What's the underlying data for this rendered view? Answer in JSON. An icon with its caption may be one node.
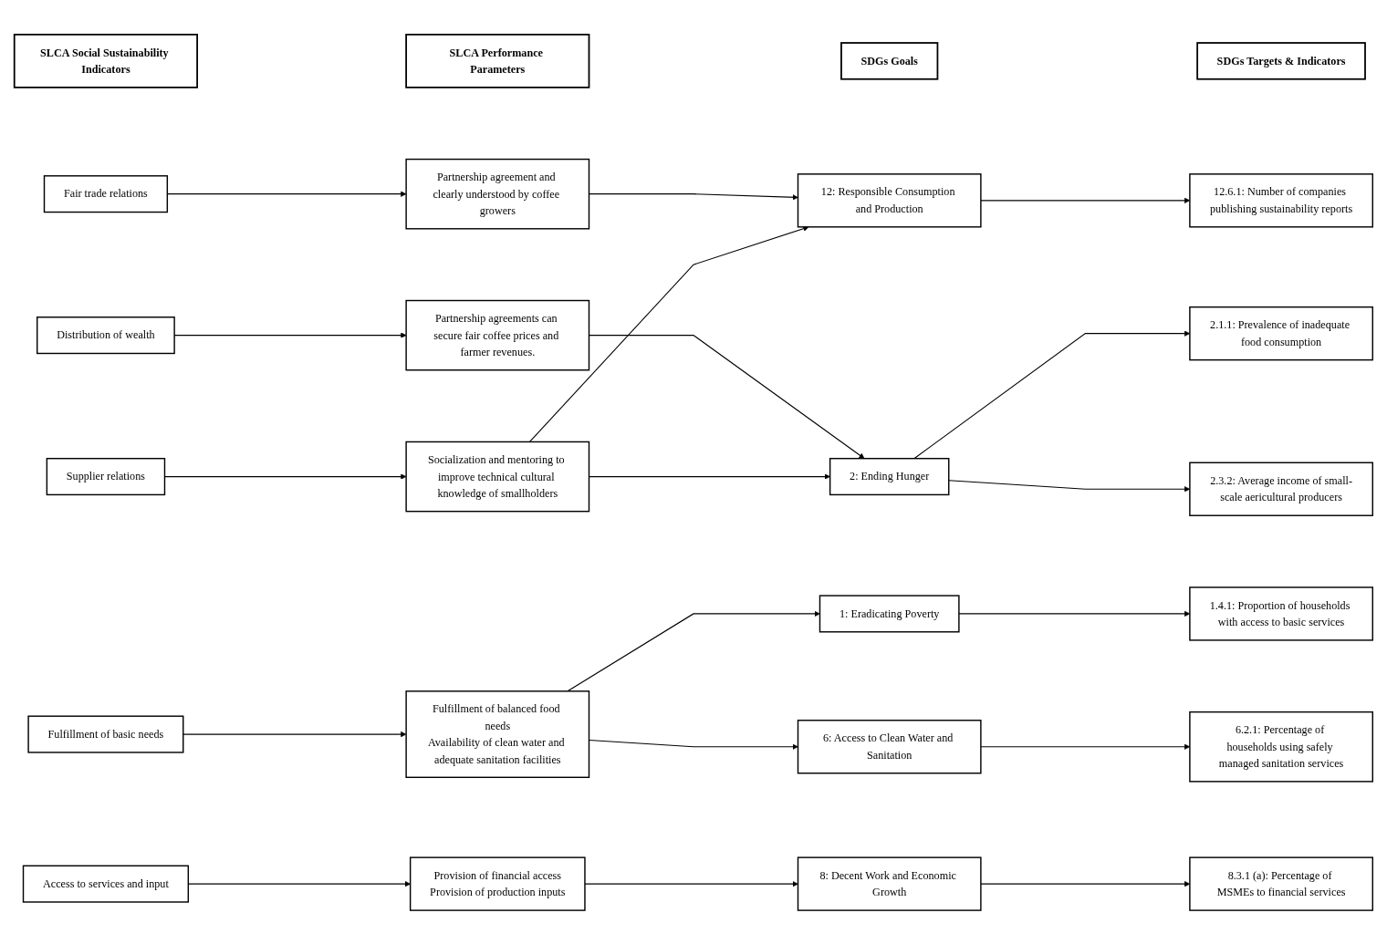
{
  "diagram": {
    "nodes": [
      {
        "text": [
          "SLCA Social Sustainability Indicators"
        ]
      },
      {
        "text": [
          "SLCA Performance Parameters"
        ]
      },
      {
        "text": [
          "SDGs Goals"
        ]
      },
      {
        "text": [
          "SDGs Targets & Indicators"
        ]
      },
      {
        "text": [
          "Fair trade relations"
        ]
      },
      {
        "text": [
          "Distribution of wealth"
        ]
      },
      {
        "text": [
          "Supplier relations"
        ]
      },
      {
        "text": [
          "Fulfillment of basic needs"
        ]
      },
      {
        "text": [
          "Access to services and input"
        ]
      },
      {
        "text": [
          "Partnership agreement and clearly understood by coffee growers"
        ]
      },
      {
        "text": [
          "Partnership agreements can secure fair coffee prices and farmer revenues."
        ]
      },
      {
        "text": [
          "Socialization and mentoring to improve technical cultural knowledge of smallholders"
        ]
      },
      {
        "text": [
          "Fulfillment of balanced food needs",
          "Availability of clean water and adequate sanitation facilities"
        ]
      },
      {
        "text": [
          "Provision of financial access",
          "Provision of production inputs"
        ]
      },
      {
        "text": [
          "1: Eradicating Poverty"
        ]
      },
      {
        "text": [
          "2: Ending Hunger"
        ]
      },
      {
        "text": [
          "6: Access to Clean Water and Sanitation"
        ]
      },
      {
        "text": [
          "8: Decent Work and Economic Growth"
        ]
      },
      {
        "text": [
          "12: Responsible Consumption and Production"
        ]
      },
      {
        "text": [
          "1.4.1: Proportion of households with access to basic services"
        ]
      },
      {
        "text": [
          "2.1.1: Prevalence of inadequate food consumption"
        ]
      },
      {
        "text": [
          "2.3.2: Average income of small-scale aericultural producers"
        ]
      },
      {
        "text": [
          "6.2.1: Percentage of households using safely managed sanitation services"
        ]
      },
      {
        "text": [
          "8.3.1 (a): Percentage of MSMEs to financial services"
        ]
      },
      {
        "text": [
          "12.6.1: Number of companies publishing sustainability reports"
        ]
      }
    ],
    "edges": [
      {
        "from": 4,
        "to": 9,
        "arrow": "to"
      },
      {
        "from": 5,
        "to": 10,
        "arrow": "to"
      },
      {
        "from": 6,
        "to": 11,
        "arrow": "to"
      },
      {
        "from": 7,
        "to": 12,
        "arrow": "to"
      },
      {
        "from": 8,
        "to": 13,
        "arrow": "to"
      },
      {
        "from": 9,
        "to": 18,
        "arrow": "to"
      },
      {
        "from": 10,
        "to": 15,
        "arrow": "to"
      },
      {
        "from": 11,
        "to": 15,
        "arrow": "to"
      },
      {
        "from": 11,
        "to": 18,
        "arrow": "to"
      },
      {
        "from": 12,
        "to": 14,
        "arrow": "to"
      },
      {
        "from": 12,
        "to": 16,
        "arrow": "to"
      },
      {
        "from": 13,
        "to": 17,
        "arrow": "to"
      },
      {
        "from": 14,
        "to": 19,
        "arrow": "to"
      },
      {
        "from": 15,
        "to": 20,
        "arrow": "to"
      },
      {
        "from": 15,
        "to": 21,
        "arrow": "to"
      },
      {
        "from": 16,
        "to": 22,
        "arrow": "to"
      },
      {
        "from": 17,
        "to": 23,
        "arrow": "to"
      },
      {
        "from": 18,
        "to": 24,
        "arrow": "to"
      }
    ]
  }
}
